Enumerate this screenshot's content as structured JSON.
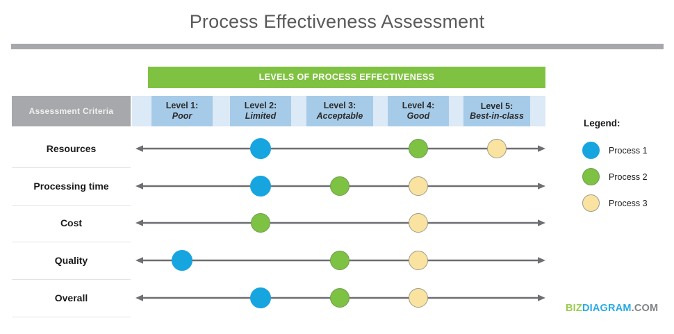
{
  "title": "Process Effectiveness Assessment",
  "banner": {
    "label": "LEVELS OF PROCESS EFFECTIVENESS",
    "color": "#7FC241"
  },
  "criteria_header": {
    "label": "Assessment Criteria",
    "color": "#A6A8AB"
  },
  "levels": [
    {
      "num": "Level 1:",
      "name": "Poor"
    },
    {
      "num": "Level 2:",
      "name": "Limited"
    },
    {
      "num": "Level 3:",
      "name": "Acceptable"
    },
    {
      "num": "Level 4:",
      "name": "Good"
    },
    {
      "num": "Level 5:",
      "name": "Best-in-class"
    }
  ],
  "rows": [
    {
      "label": "Resources"
    },
    {
      "label": "Processing time"
    },
    {
      "label": "Cost"
    },
    {
      "label": "Quality"
    },
    {
      "label": "Overall"
    }
  ],
  "legend": {
    "title": "Legend:",
    "items": [
      {
        "label": "Process 1",
        "color": "#17A5E0"
      },
      {
        "label": "Process 2",
        "color": "#7DC242"
      },
      {
        "label": "Process 3",
        "color": "#FAE3A0"
      }
    ]
  },
  "branding": {
    "part1": "BIZ",
    "part2": "DIAGRAM",
    "part3": ".COM"
  },
  "chart_data": {
    "type": "scatter",
    "title": "Process Effectiveness Assessment",
    "xlabel": "LEVELS OF PROCESS EFFECTIVENESS",
    "ylabel": "Assessment Criteria",
    "x_categories": [
      "Level 1: Poor",
      "Level 2: Limited",
      "Level 3: Acceptable",
      "Level 4: Good",
      "Level 5: Best-in-class"
    ],
    "y_categories": [
      "Resources",
      "Processing time",
      "Cost",
      "Quality",
      "Overall"
    ],
    "grid": false,
    "legend_position": "right",
    "series": [
      {
        "name": "Process 1",
        "color": "#17A5E0",
        "points": [
          {
            "criterion": "Resources",
            "level": 2
          },
          {
            "criterion": "Processing time",
            "level": 2
          },
          {
            "criterion": "Cost",
            "level": null
          },
          {
            "criterion": "Quality",
            "level": 1
          },
          {
            "criterion": "Overall",
            "level": 2
          }
        ]
      },
      {
        "name": "Process 2",
        "color": "#7DC242",
        "points": [
          {
            "criterion": "Resources",
            "level": 4
          },
          {
            "criterion": "Processing time",
            "level": 3
          },
          {
            "criterion": "Cost",
            "level": 2
          },
          {
            "criterion": "Quality",
            "level": 3
          },
          {
            "criterion": "Overall",
            "level": 3
          }
        ]
      },
      {
        "name": "Process 3",
        "color": "#FAE3A0",
        "points": [
          {
            "criterion": "Resources",
            "level": 5
          },
          {
            "criterion": "Processing time",
            "level": 4
          },
          {
            "criterion": "Cost",
            "level": 4
          },
          {
            "criterion": "Quality",
            "level": 4
          },
          {
            "criterion": "Overall",
            "level": 4
          }
        ]
      }
    ]
  },
  "layout": {
    "level_centers": [
      262,
      375,
      489,
      602,
      715
    ],
    "row_centers": [
      214,
      268,
      321,
      375,
      429
    ],
    "axis_left": 195,
    "axis_right": 785
  }
}
